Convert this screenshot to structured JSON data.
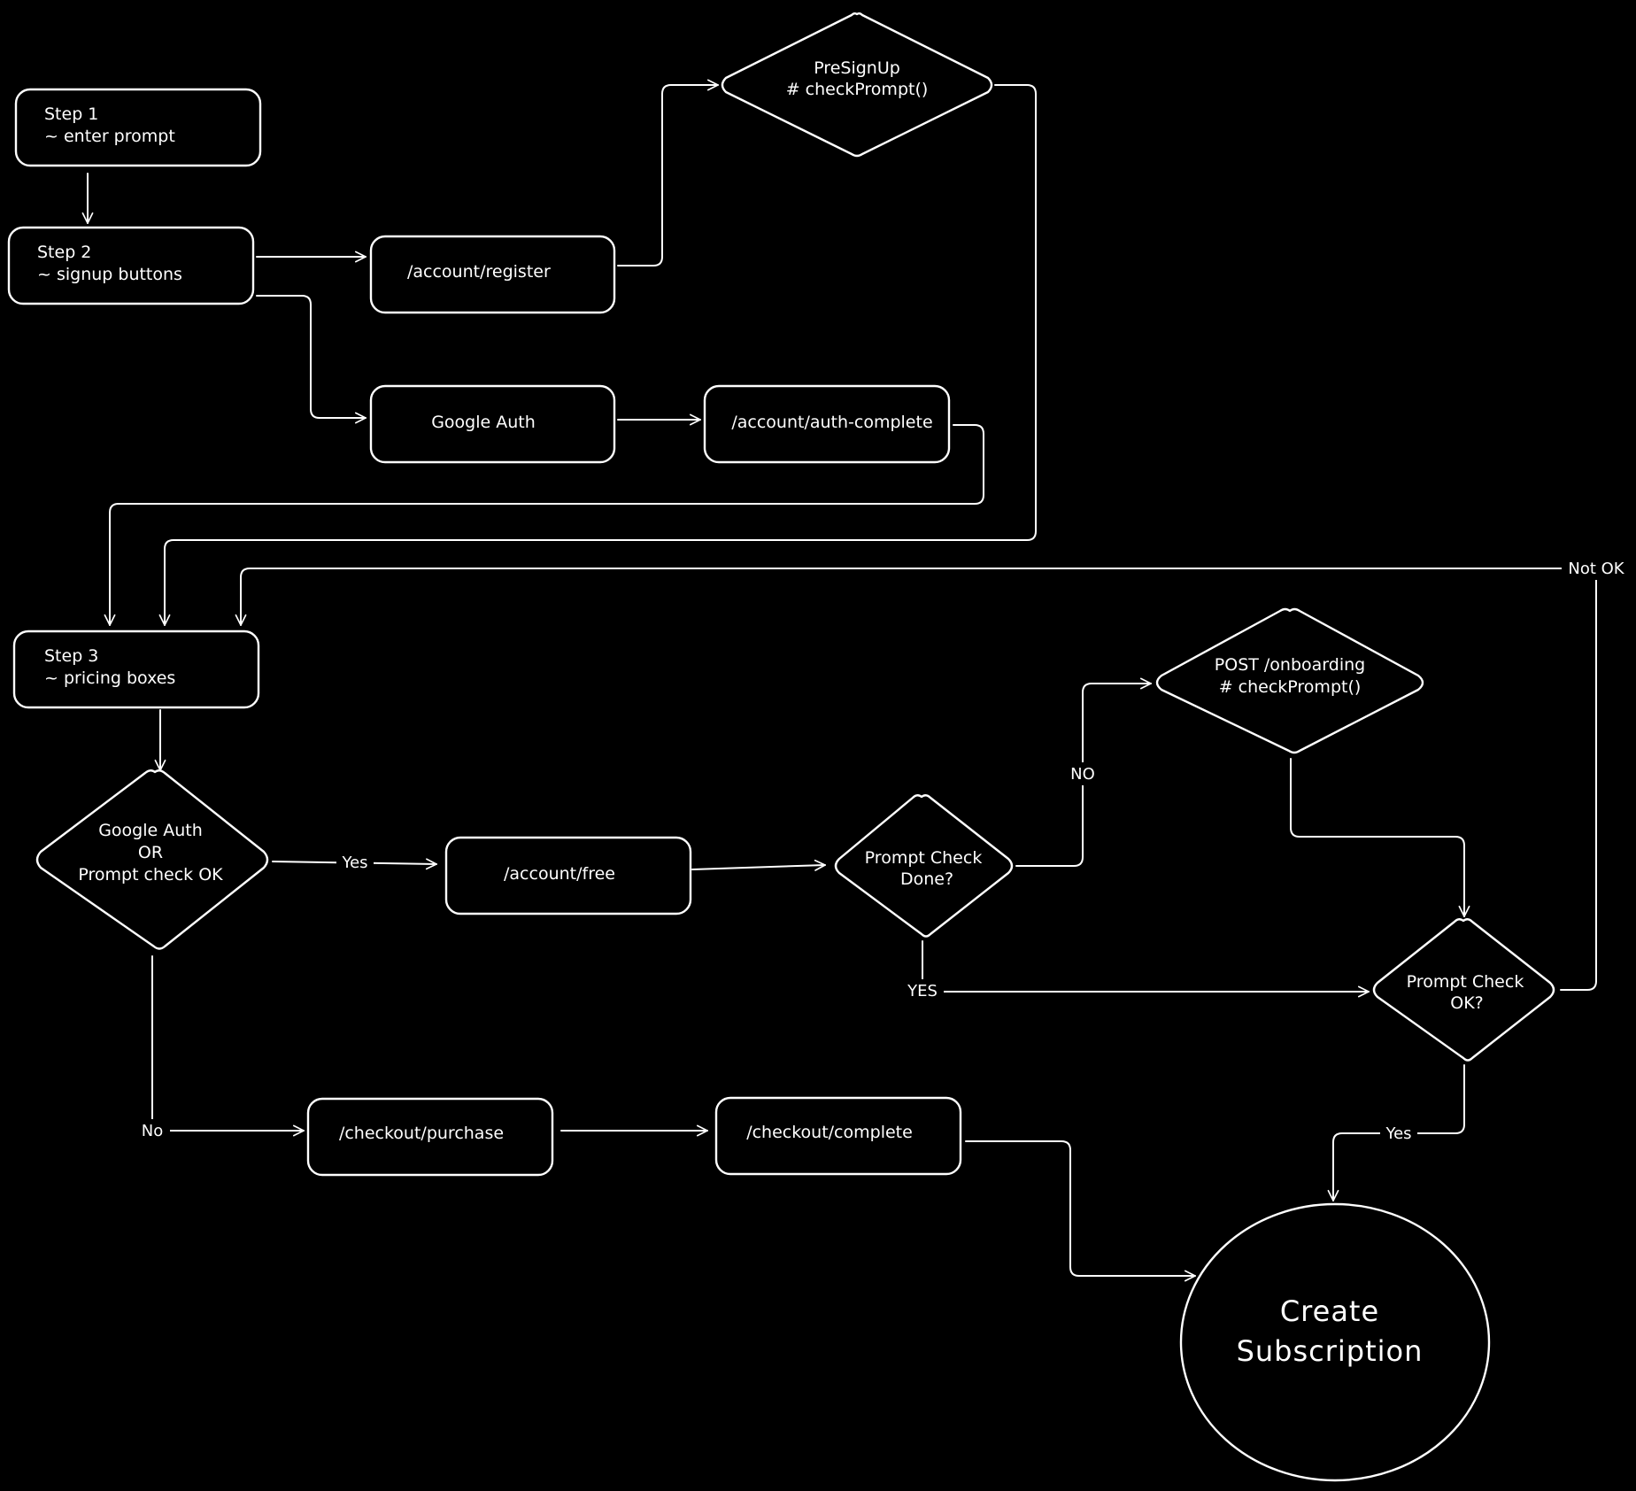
{
  "colors": {
    "background": "#000000",
    "stroke": "#ffffff",
    "text": "#ffffff"
  },
  "nodes": {
    "step1": {
      "line1": "Step 1",
      "line2": "~ enter prompt"
    },
    "step2": {
      "line1": "Step 2",
      "line2": "~ signup buttons"
    },
    "register": {
      "label": "/account/register"
    },
    "presignup": {
      "line1": "PreSignUp",
      "line2": "# checkPrompt()"
    },
    "google_auth": {
      "label": "Google Auth"
    },
    "auth_complete": {
      "label": "/account/auth-complete"
    },
    "step3": {
      "line1": "Step 3",
      "line2": "~ pricing boxes"
    },
    "decision_auth": {
      "line1": "Google Auth",
      "line2": "OR",
      "line3": "Prompt check OK"
    },
    "account_free": {
      "label": "/account/free"
    },
    "prompt_check_done": {
      "line1": "Prompt Check",
      "line2": "Done?"
    },
    "post_onboarding": {
      "line1": "POST /onboarding",
      "line2": "# checkPrompt()"
    },
    "prompt_check_ok": {
      "line1": "Prompt Check",
      "line2": "OK?"
    },
    "checkout_purchase": {
      "label": "/checkout/purchase"
    },
    "checkout_complete": {
      "label": "/checkout/complete"
    },
    "create_subscription": {
      "line1": "Create",
      "line2": "Subscription"
    }
  },
  "edge_labels": {
    "not_ok": "Not OK",
    "yes_free": "Yes",
    "no_onboarding": "NO",
    "yes_done": "YES",
    "no_checkout": "No",
    "yes_subscription": "Yes"
  }
}
